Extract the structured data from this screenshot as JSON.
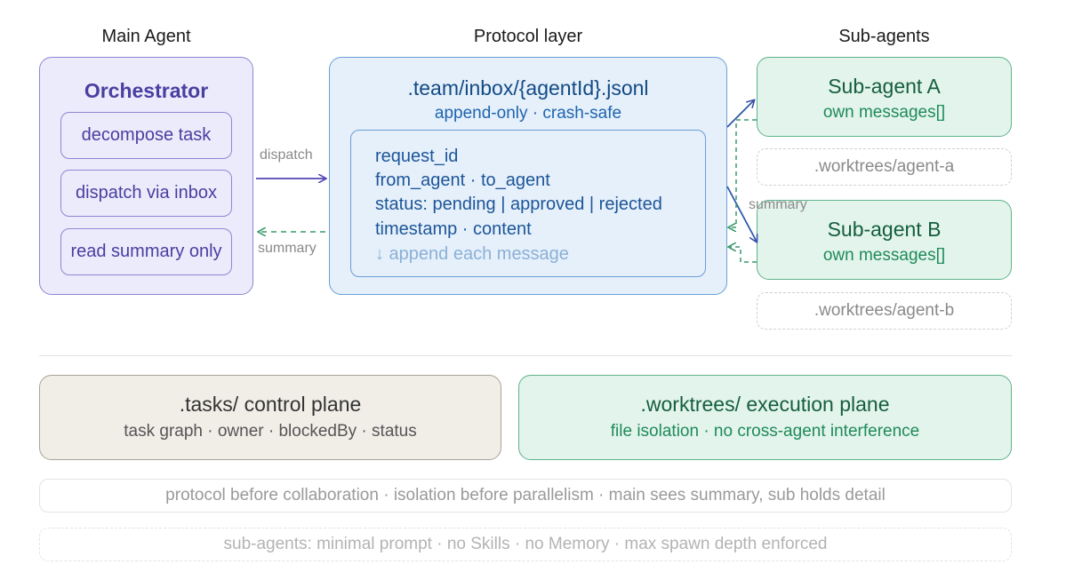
{
  "columns": {
    "main": "Main Agent",
    "protocol": "Protocol layer",
    "subs": "Sub-agents"
  },
  "orchestrator": {
    "title": "Orchestrator",
    "steps": [
      "decompose task",
      "dispatch via inbox",
      "read summary only"
    ]
  },
  "protocol": {
    "title": ".team/inbox/{agentId}.jsonl",
    "subtitle": "append-only · crash-safe",
    "fields": [
      "request_id",
      "from_agent · to_agent",
      "status: pending | approved | rejected",
      "timestamp · content",
      "↓ append each message"
    ]
  },
  "edges": {
    "dispatch": "dispatch",
    "summary_left": "summary",
    "summary_right": "summary"
  },
  "sub_agents": [
    {
      "title": "Sub-agent A",
      "subtitle": "own messages[]",
      "worktree": ".worktrees/agent-a"
    },
    {
      "title": "Sub-agent B",
      "subtitle": "own messages[]",
      "worktree": ".worktrees/agent-b"
    }
  ],
  "planes": {
    "tasks": {
      "title": ".tasks/ control plane",
      "subtitle": "task graph · owner · blockedBy · status"
    },
    "worktrees": {
      "title": ".worktrees/ execution plane",
      "subtitle": "file isolation · no cross-agent interference"
    }
  },
  "notes": [
    "protocol before collaboration · isolation before parallelism · main sees summary, sub holds detail",
    "sub-agents: minimal prompt · no Skills · no Memory · max spawn depth enforced"
  ],
  "colors": {
    "main_accent": "#4a3ea0",
    "protocol_accent": "#1d5598",
    "sub_accent": "#145e3e",
    "dispatch_arrow": "#5046b4",
    "summary_arrow": "#3a9a6a"
  }
}
